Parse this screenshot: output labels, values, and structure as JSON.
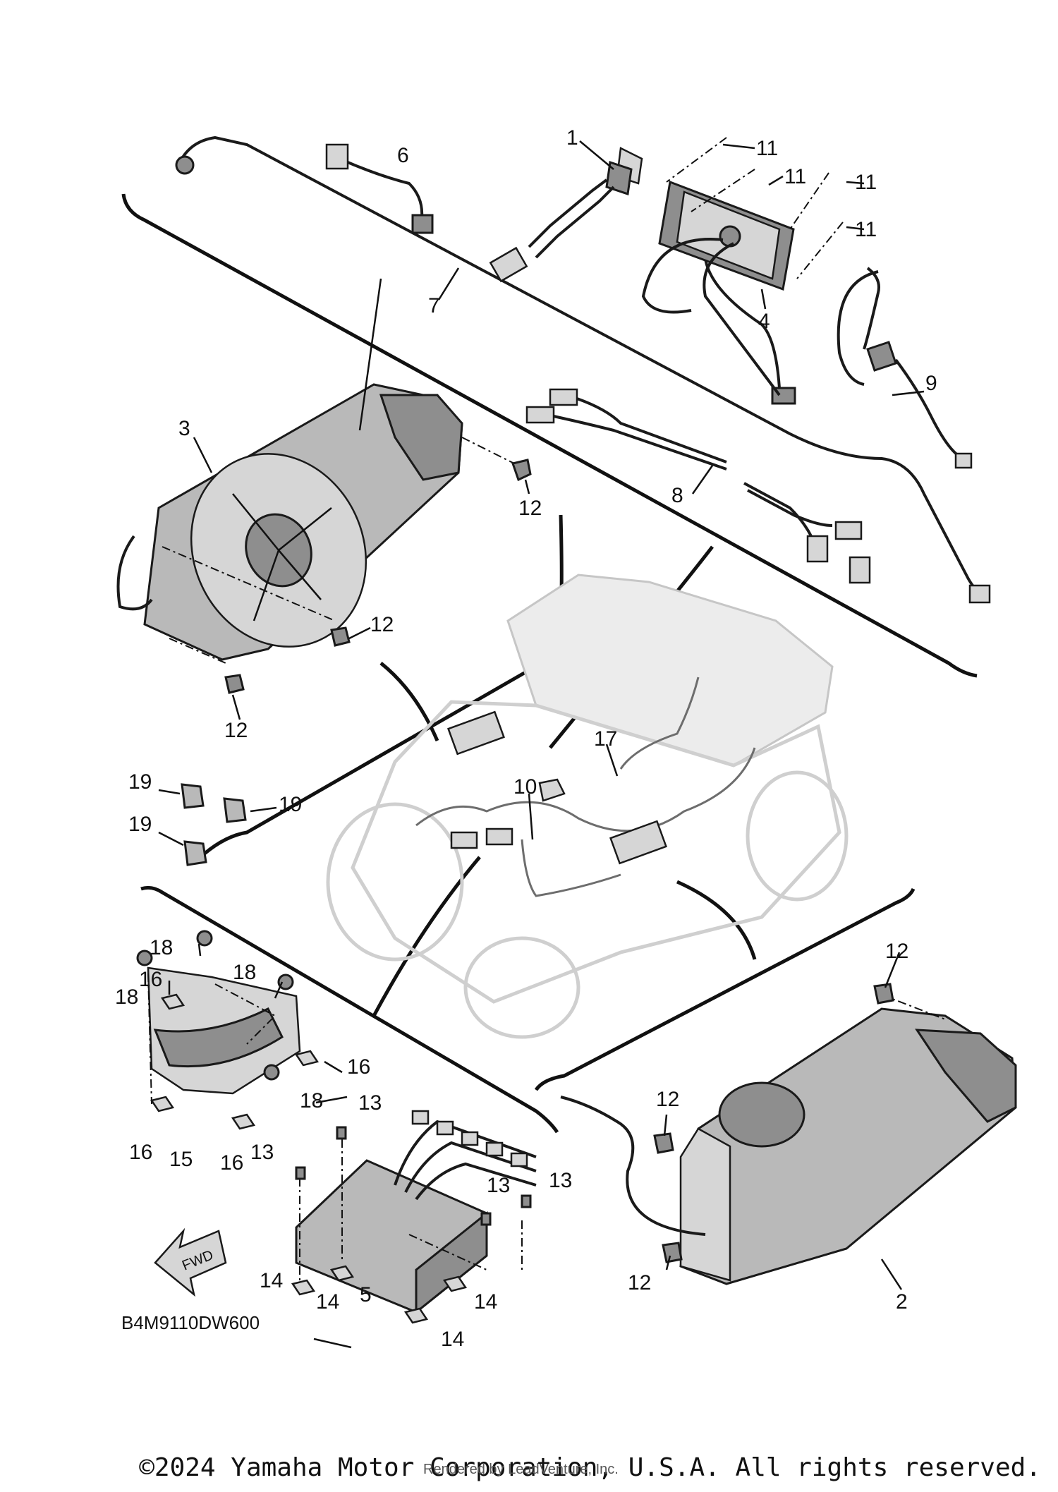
{
  "diagram": {
    "callouts": {
      "c1": "1",
      "c2": "2",
      "c3": "3",
      "c4": "4",
      "c5": "5",
      "c6": "6",
      "c7": "7",
      "c8": "8",
      "c9": "9",
      "c10": "10",
      "c11a": "11",
      "c11b": "11",
      "c11c": "11",
      "c11d": "11",
      "c12a": "12",
      "c12b": "12",
      "c12c": "12",
      "c12d": "12",
      "c12e": "12",
      "c12f": "12",
      "c13a": "13",
      "c13b": "13",
      "c13c": "13",
      "c13d": "13",
      "c14a": "14",
      "c14b": "14",
      "c14c": "14",
      "c14d": "14",
      "c15": "15",
      "c16a": "16",
      "c16b": "16",
      "c16c": "16",
      "c16d": "16",
      "c17": "17",
      "c18a": "18",
      "c18b": "18",
      "c18c": "18",
      "c18d": "18",
      "c19a": "19",
      "c19b": "19",
      "c19c": "19"
    },
    "fwd_label": "FWD",
    "diagram_code": "B4M9110DW600",
    "copyright": "©2024 Yamaha Motor Corporation, U.S.A. All rights reserved.",
    "watermark": "Rendered by LeadVenture, Inc."
  }
}
